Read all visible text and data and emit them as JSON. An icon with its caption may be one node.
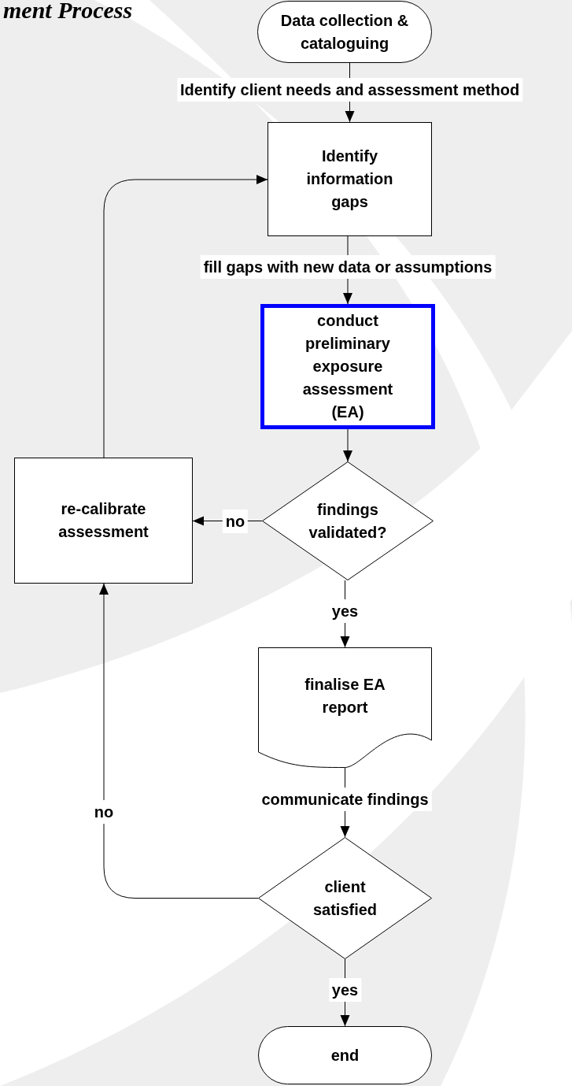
{
  "diagram": {
    "title": "ment Process",
    "nodes": [
      {
        "text": [
          "Data collection & cataloguing"
        ]
      },
      {
        "text": [
          "Identify information gaps"
        ]
      },
      {
        "text": [
          "conduct preliminary exposure assessment (EA)"
        ]
      },
      {
        "text": [
          "findings validated?"
        ]
      },
      {
        "text": [
          "re-calibrate assessment"
        ]
      },
      {
        "text": [
          "finalise EA report"
        ]
      },
      {
        "text": [
          "client satisfied"
        ]
      },
      {
        "text": [
          "end"
        ]
      }
    ],
    "edges": [
      {
        "from": 0,
        "to": 1,
        "arrow": "to",
        "label": "Identify client needs and assessment method"
      },
      {
        "from": 1,
        "to": 2,
        "arrow": "to",
        "label": "fill gaps with new data or assumptions"
      },
      {
        "from": 2,
        "to": 3,
        "arrow": "to"
      },
      {
        "from": 3,
        "to": 4,
        "arrow": "to",
        "label": "no"
      },
      {
        "from": 3,
        "to": 5,
        "arrow": "to",
        "label": "yes"
      },
      {
        "from": 5,
        "to": 6,
        "arrow": "to",
        "label": "communicate findings"
      },
      {
        "from": 6,
        "to": 4,
        "arrow": "to",
        "label": "no"
      },
      {
        "from": 6,
        "to": 7,
        "arrow": "to",
        "label": "yes"
      },
      {
        "from": 4,
        "to": 1,
        "arrow": "to"
      }
    ]
  }
}
